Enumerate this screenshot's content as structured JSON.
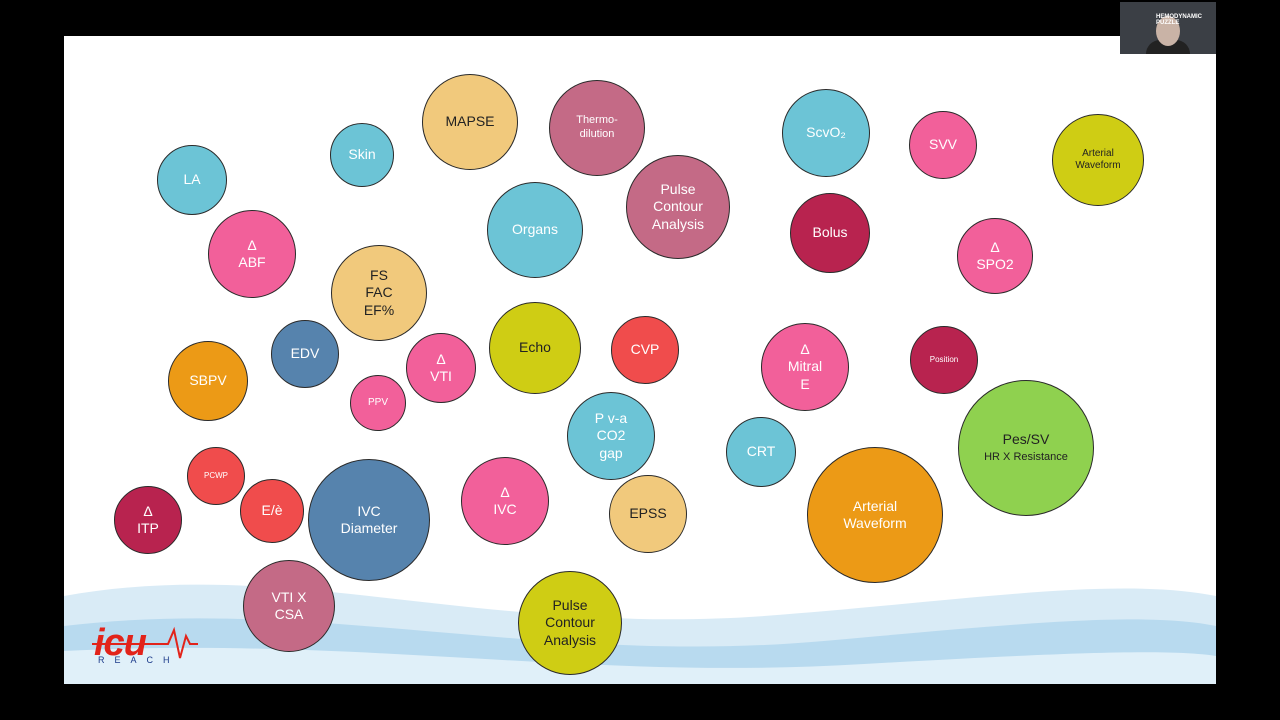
{
  "colors": {
    "teal": "#6cc4d6",
    "pink": "#f2609a",
    "peach": "#f1c97c",
    "mauve": "#c46a86",
    "crimson": "#b8234f",
    "orange": "#ec9a16",
    "steelblue": "#5683ad",
    "red": "#f04c4c",
    "olive": "#cfcd14",
    "green": "#8fd14f"
  },
  "camera": {
    "title": "HEMODYNAMIC PUZZLE"
  },
  "logo": {
    "main": "icu",
    "sub": "REACH"
  },
  "bubbles": [
    {
      "label": "LA",
      "color": "teal",
      "text_color": "#ffffff"
    },
    {
      "label": "Skin",
      "color": "teal",
      "text_color": "#ffffff"
    },
    {
      "label": "MAPSE",
      "color": "peach",
      "text_color": "#222222"
    },
    {
      "label": "Thermo-\ndilution",
      "color": "mauve",
      "text_color": "#ffffff"
    },
    {
      "label": "ScvO₂",
      "color": "teal",
      "text_color": "#ffffff"
    },
    {
      "label": "SVV",
      "color": "pink",
      "text_color": "#ffffff"
    },
    {
      "label": "Arterial\nWaveform",
      "color": "olive",
      "text_color": "#222222"
    },
    {
      "label": "Δ\nABF",
      "color": "pink",
      "text_color": "#ffffff"
    },
    {
      "label": "Organs",
      "color": "teal",
      "text_color": "#ffffff"
    },
    {
      "label": "Pulse\nContour\nAnalysis",
      "color": "mauve",
      "text_color": "#ffffff"
    },
    {
      "label": "Bolus",
      "color": "crimson",
      "text_color": "#ffffff"
    },
    {
      "label": "Δ\nSPO2",
      "color": "pink",
      "text_color": "#ffffff"
    },
    {
      "label": "FS\nFAC\nEF%",
      "color": "peach",
      "text_color": "#222222"
    },
    {
      "label": "EDV",
      "color": "steelblue",
      "text_color": "#ffffff"
    },
    {
      "label": "Δ\nVTI",
      "color": "pink",
      "text_color": "#ffffff"
    },
    {
      "label": "Echo",
      "color": "olive",
      "text_color": "#222222"
    },
    {
      "label": "CVP",
      "color": "red",
      "text_color": "#ffffff"
    },
    {
      "label": "Δ\nMitral\nE",
      "color": "pink",
      "text_color": "#ffffff"
    },
    {
      "label": "Position",
      "color": "crimson",
      "text_color": "#ffffff"
    },
    {
      "label": "SBPV",
      "color": "orange",
      "text_color": "#ffffff"
    },
    {
      "label": "PPV",
      "color": "pink",
      "text_color": "#ffffff"
    },
    {
      "label": "P v-a\nCO2\ngap",
      "color": "teal",
      "text_color": "#ffffff"
    },
    {
      "label": "CRT",
      "color": "teal",
      "text_color": "#ffffff"
    },
    {
      "label": "Pes/SV",
      "sub": "HR X Resistance",
      "color": "green",
      "text_color": "#222222"
    },
    {
      "label": "PCWP",
      "color": "red",
      "text_color": "#ffffff"
    },
    {
      "label": "Δ\nITP",
      "color": "crimson",
      "text_color": "#ffffff"
    },
    {
      "label": "E/è",
      "color": "red",
      "text_color": "#ffffff"
    },
    {
      "label": "IVC\nDiameter",
      "color": "steelblue",
      "text_color": "#ffffff"
    },
    {
      "label": "Δ\nIVC",
      "color": "pink",
      "text_color": "#ffffff"
    },
    {
      "label": "EPSS",
      "color": "peach",
      "text_color": "#222222"
    },
    {
      "label": "Arterial\nWaveform",
      "color": "orange",
      "text_color": "#ffffff"
    },
    {
      "label": "VTI X\nCSA",
      "color": "mauve",
      "text_color": "#ffffff"
    },
    {
      "label": "Pulse\nContour\nAnalysis",
      "color": "olive",
      "text_color": "#222222"
    }
  ]
}
